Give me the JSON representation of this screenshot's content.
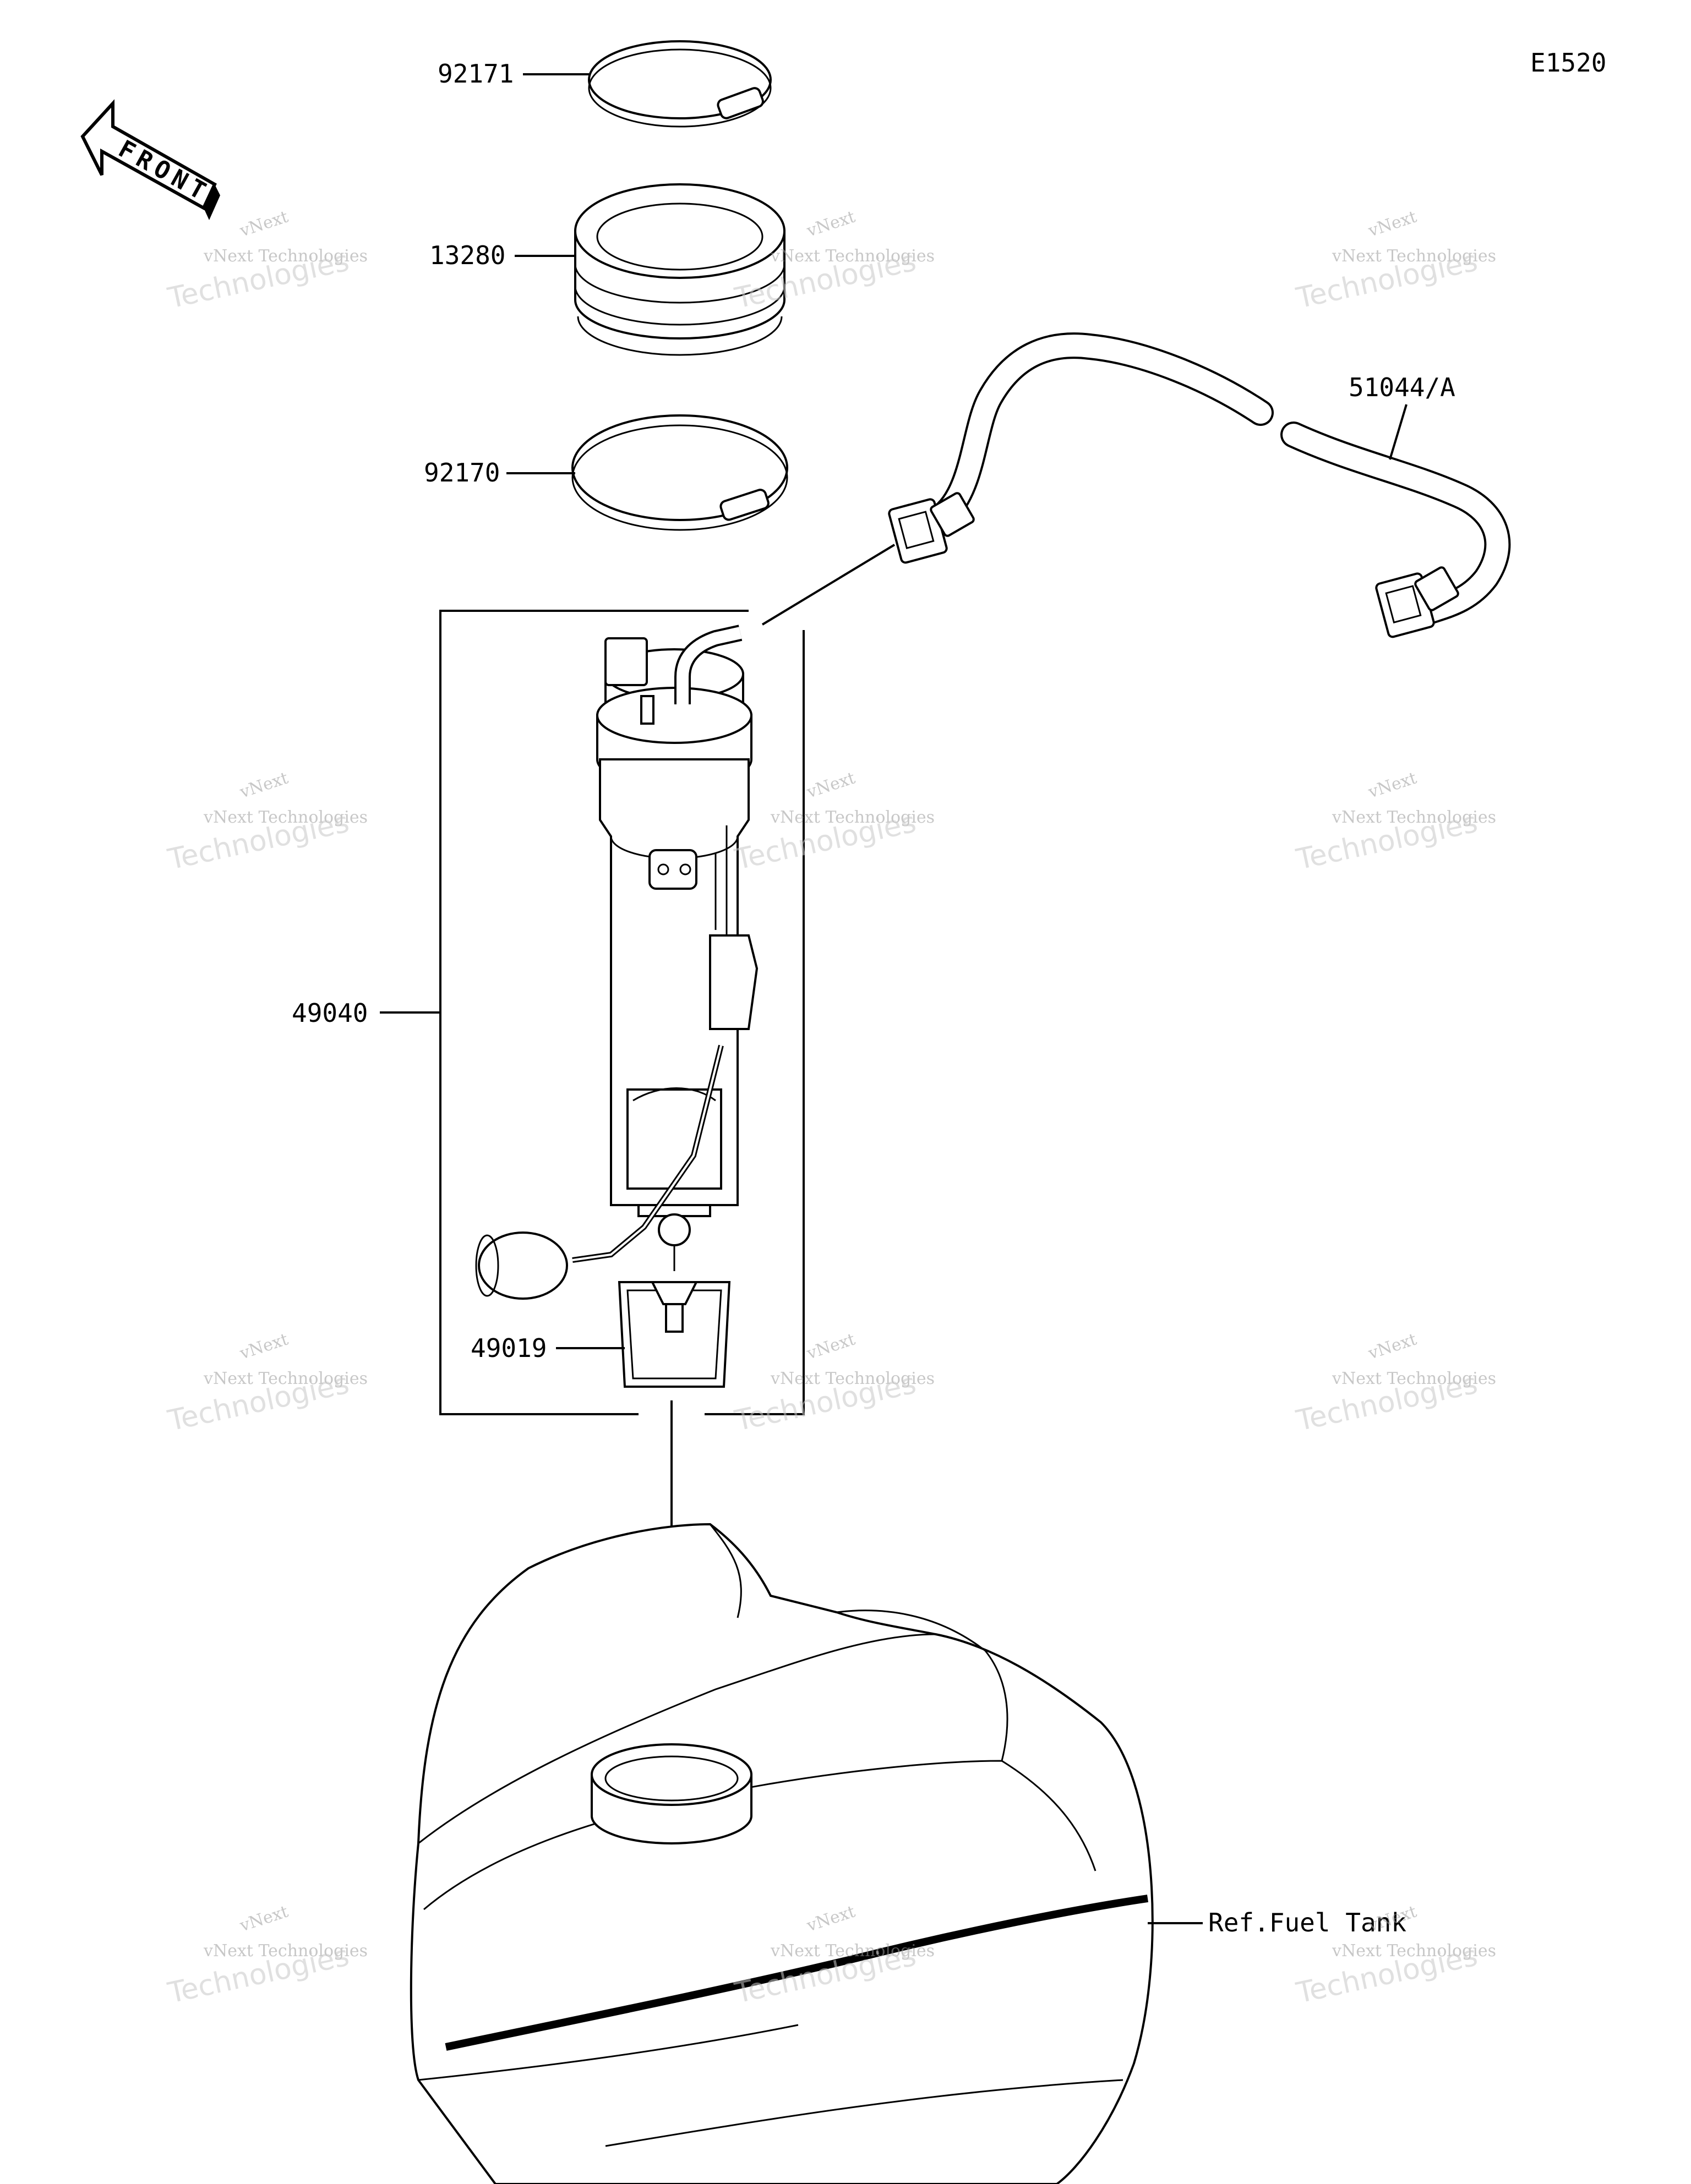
{
  "diagram_code": "E1520",
  "front_arrow_label": "FRONT",
  "parts": {
    "clamp_upper": "92171",
    "seal": "13280",
    "clamp_lower": "92170",
    "hose": "51044/A",
    "pump_assembly": "49040",
    "filter": "49019",
    "fuel_tank": "Ref.Fuel Tank"
  },
  "watermark": {
    "line1": "vNext Technologies",
    "line2": "Technologies",
    "line3": "vNext"
  }
}
